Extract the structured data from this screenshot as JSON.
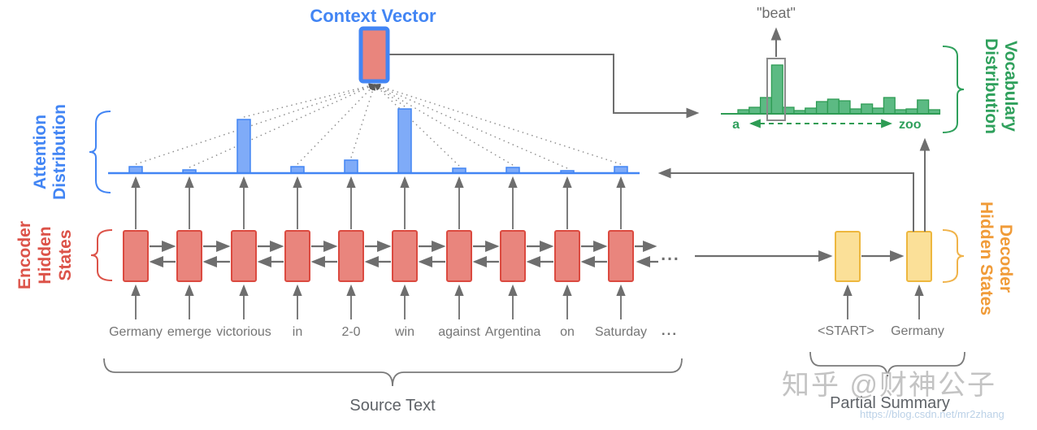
{
  "labels": {
    "context_vector": "Context Vector",
    "attention_lines": [
      "Attention",
      "Distribution"
    ],
    "encoder_lines": [
      "Encoder",
      "Hidden",
      "States"
    ],
    "vocabulary_lines": [
      "Vocabulary",
      "Distribution"
    ],
    "decoder_lines": [
      "Decoder",
      "Hidden States"
    ],
    "source_text": "Source Text",
    "partial_summary": "Partial Summary",
    "predicted_word": "\"beat\"",
    "vocab_axis_start": "a",
    "vocab_axis_end": "zoo",
    "ellipsis": "..."
  },
  "source_words": [
    "Germany",
    "emerge",
    "victorious",
    "in",
    "2-0",
    "win",
    "against",
    "Argentina",
    "on",
    "Saturday"
  ],
  "decoder_words": [
    "<START>",
    "Germany"
  ],
  "chart_data": [
    {
      "type": "bar",
      "title": "Attention Distribution",
      "categories": [
        "Germany",
        "emerge",
        "victorious",
        "in",
        "2-0",
        "win",
        "against",
        "Argentina",
        "on",
        "Saturday"
      ],
      "values": [
        8,
        4,
        66,
        8,
        16,
        79,
        6,
        7,
        3,
        8
      ],
      "unit": "relative bar height (px), higher = more attention",
      "note": "peaks on 'victorious' and 'win'"
    },
    {
      "type": "bar",
      "title": "Vocabulary Distribution",
      "xlabel": "vocabulary from a to zoo",
      "values": [
        5,
        8,
        20,
        60,
        8,
        4,
        7,
        15,
        18,
        16,
        6,
        12,
        7,
        20,
        5,
        6,
        17,
        5
      ],
      "unit": "relative bar height (px)",
      "highlight": {
        "index": 3,
        "label": "beat"
      }
    }
  ],
  "colors": {
    "blue": "#4285F4",
    "blue_fill": "#7FABF8",
    "red_stroke": "#DB4A40",
    "red_fill": "#E9857D",
    "red_text": "#DC5349",
    "green": "#2E9C54",
    "green_fill": "#5CBA83",
    "green_text": "#2FA05C",
    "yellow_fill": "#FBE098",
    "yellow_stroke": "#EDB73E",
    "orange_text": "#F09B38",
    "gray": "#6E6E6E",
    "word_gray": "#757575"
  },
  "watermark": {
    "text": "知乎 @财神公子",
    "url": "https://blog.csdn.net/mr2zhang"
  }
}
